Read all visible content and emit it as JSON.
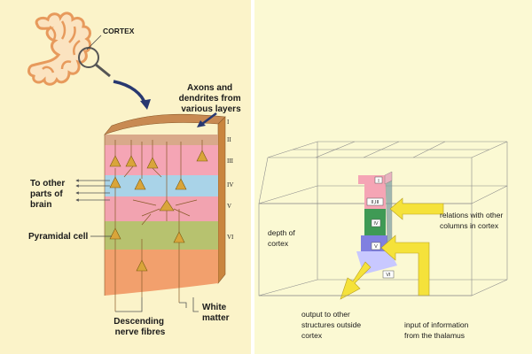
{
  "left": {
    "cortex_label": "CORTEX",
    "axons_label": [
      "Axons and",
      "dendrites from",
      "various layers"
    ],
    "other_parts_label": [
      "To other",
      "parts of",
      "brain"
    ],
    "pyramidal_label": "Pyramidal cell",
    "descending_label": [
      "Descending",
      "nerve fibres"
    ],
    "white_matter_label": [
      "White",
      "matter"
    ],
    "layers": [
      "I",
      "II",
      "III",
      "IV",
      "V",
      "VI"
    ]
  },
  "right": {
    "depth_label": [
      "depth of",
      "cortex"
    ],
    "relations_label": [
      "relations with other",
      "columns in cortex"
    ],
    "output_label": [
      "output to other",
      "structures outside",
      "cortex"
    ],
    "input_label": [
      "input of information",
      "from the thalamus"
    ],
    "column_layers": [
      "I",
      "II,III",
      "IV",
      "V",
      "VI"
    ]
  },
  "colors": {
    "layer_I": "#d9a98a",
    "layer_II_III": "#f5a5b5",
    "layer_IV": "#a9d3e8",
    "layer_V": "#f2a3b0",
    "layer_VI": "#b7c26f",
    "white_matter": "#f2a06d",
    "column_IV": "#3f9a55",
    "column_V": "#8080e0",
    "column_VI": "#c8c8ff",
    "arrow_yellow": "#f5e23a"
  }
}
